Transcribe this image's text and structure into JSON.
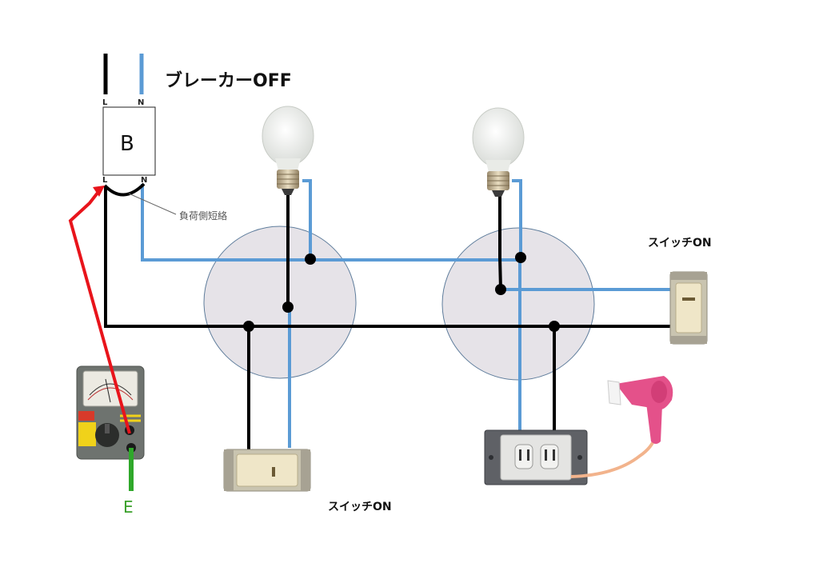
{
  "title": "ブレーカーOFF",
  "breaker": {
    "label": "B",
    "top_left_terminal": "L",
    "top_right_terminal": "N",
    "bottom_left_terminal": "L",
    "bottom_right_terminal": "N"
  },
  "annotation_short": "負荷側短絡",
  "switch_label_right": "スイッチON",
  "switch_label_bottom": "スイッチON",
  "earth_label": "E",
  "colors": {
    "line_wire": "#000000",
    "neutral_wire": "#5b9bd5",
    "test_lead_red": "#e8141b",
    "earth_lead_green": "#2fa82a",
    "junction_box_fill": "#e6e3e8"
  }
}
